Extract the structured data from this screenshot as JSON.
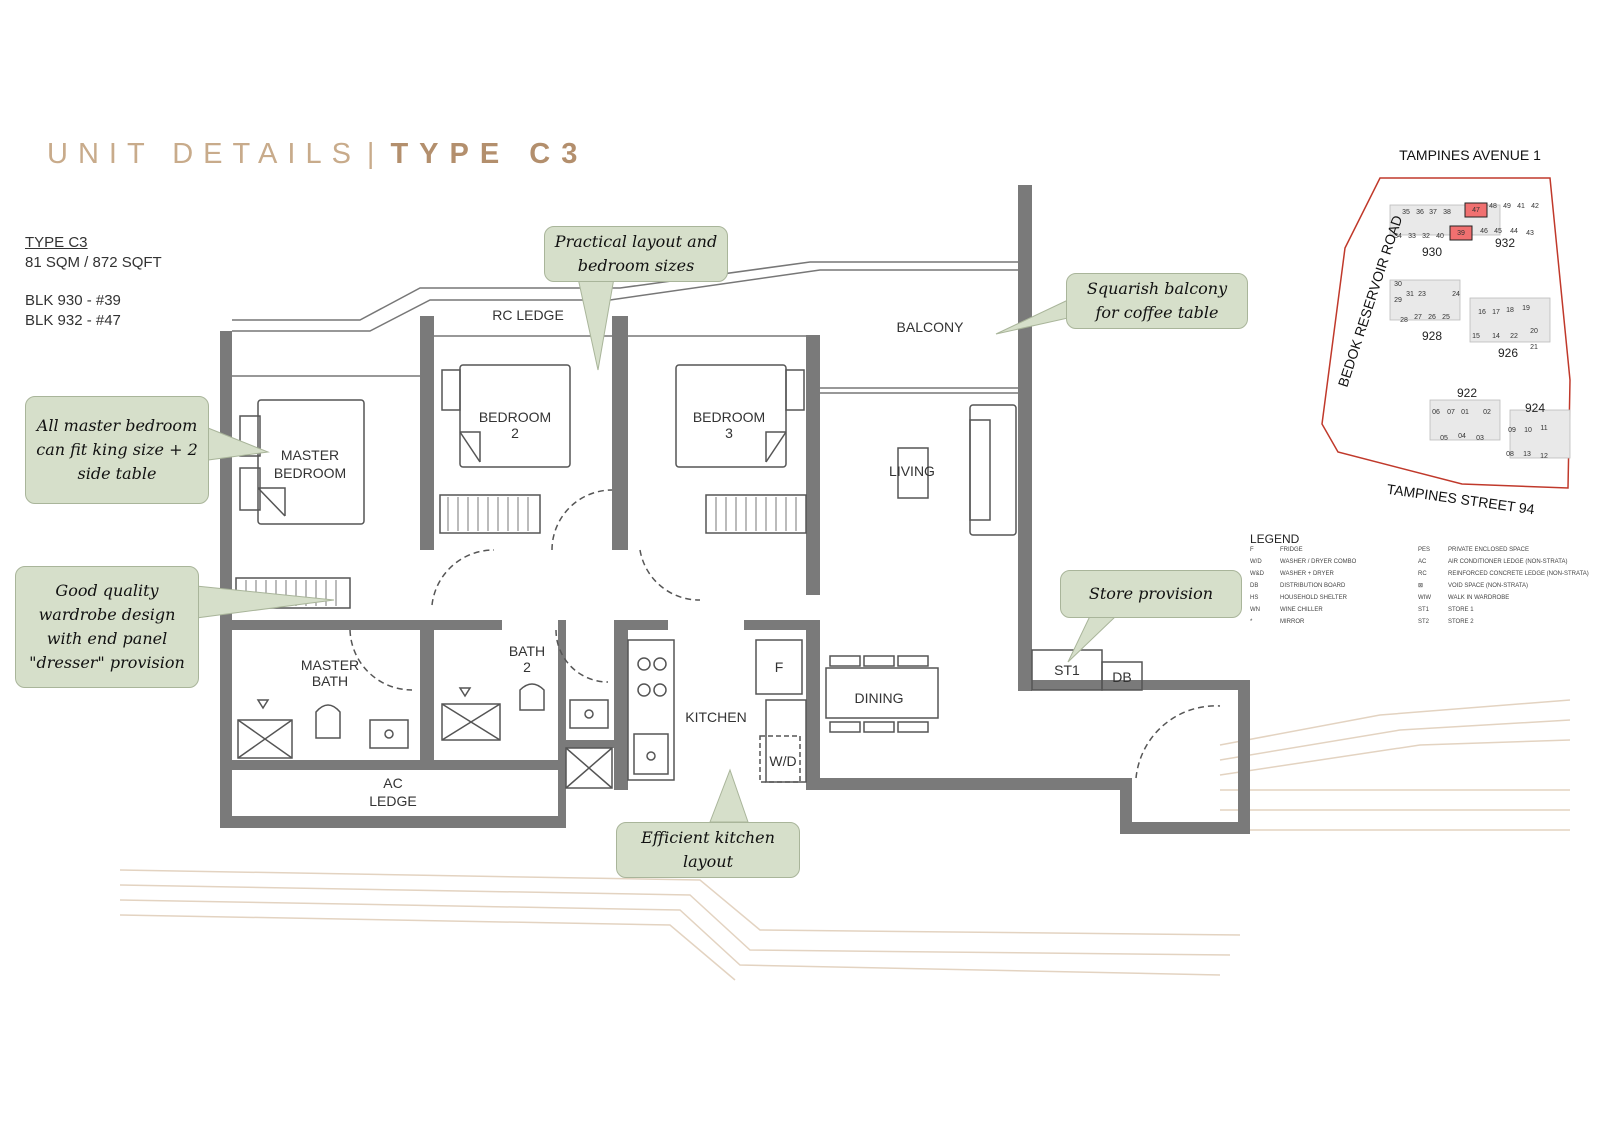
{
  "header": {
    "title_left": "UNIT DETAILS",
    "separator": "|",
    "title_right": "TYPE C3"
  },
  "unit": {
    "type_label": "TYPE C3",
    "area": "81 SQM / 872 SQFT",
    "blocks": [
      "BLK 930 - #39",
      "BLK 932 - #47"
    ]
  },
  "callouts": {
    "master_bedroom": "All master bedroom can fit king size + 2 side table",
    "wardrobe": "Good quality wardrobe design with end panel \"dresser\" provision",
    "layout": "Practical layout and bedroom sizes",
    "balcony": "Squarish balcony for coffee table",
    "store": "Store provision",
    "kitchen": "Efficient kitchen layout"
  },
  "rooms": {
    "rc_ledge": "RC LEDGE",
    "balcony": "BALCONY",
    "master_bedroom_1": "MASTER",
    "master_bedroom_2": "BEDROOM",
    "bedroom2_1": "BEDROOM",
    "bedroom2_2": "2",
    "bedroom3_1": "BEDROOM",
    "bedroom3_2": "3",
    "living": "LIVING",
    "master_bath_1": "MASTER",
    "master_bath_2": "BATH",
    "bath2_1": "BATH",
    "bath2_2": "2",
    "kitchen": "KITCHEN",
    "fridge": "F",
    "washer_dryer": "W/D",
    "dining": "DINING",
    "ac_ledge_1": "AC",
    "ac_ledge_2": "LEDGE",
    "st1": "ST1",
    "db": "DB"
  },
  "site_map": {
    "road_top": "TAMPINES AVENUE 1",
    "road_left": "BEDOK RESERVOIR ROAD",
    "road_bottom": "TAMPINES STREET 94",
    "blocks": [
      "930",
      "932",
      "928",
      "926",
      "922",
      "924"
    ],
    "units": [
      "35",
      "36",
      "37",
      "38",
      "47",
      "48",
      "49",
      "41",
      "42",
      "34",
      "33",
      "32",
      "40",
      "39",
      "46",
      "45",
      "44",
      "43",
      "30",
      "31",
      "23",
      "24",
      "29",
      "28",
      "27",
      "26",
      "25",
      "16",
      "17",
      "18",
      "19",
      "15",
      "14",
      "22",
      "20",
      "21",
      "06",
      "07",
      "01",
      "02",
      "05",
      "04",
      "03",
      "09",
      "10",
      "11",
      "08",
      "13",
      "12"
    ],
    "highlight_color": "#f07070",
    "boundary_color": "#c0392b"
  },
  "legend": {
    "title": "LEGEND",
    "left": [
      [
        "F",
        "FRIDGE"
      ],
      [
        "W/D",
        "WASHER / DRYER COMBO"
      ],
      [
        "W&D",
        "WASHER + DRYER"
      ],
      [
        "DB",
        "DISTRIBUTION BOARD"
      ],
      [
        "HS",
        "HOUSEHOLD SHELTER"
      ],
      [
        "WN",
        "WINE CHILLER"
      ],
      [
        "*",
        "MIRROR"
      ]
    ],
    "right": [
      [
        "PES",
        "PRIVATE ENCLOSED SPACE"
      ],
      [
        "AC",
        "AIR CONDITIONER LEDGE (NON-STRATA)"
      ],
      [
        "RC",
        "REINFORCED CONCRETE LEDGE (NON-STRATA)"
      ],
      [
        "⊠",
        "VOID SPACE (NON-STRATA)"
      ],
      [
        "WIW",
        "WALK IN WARDROBE"
      ],
      [
        "ST1",
        "STORE 1"
      ],
      [
        "ST2",
        "STORE 2"
      ]
    ]
  },
  "colors": {
    "wall": "#7a7a7a",
    "callout_bg": "#d6dfca",
    "accent": "#c8ab8b",
    "decor_lines": "#e3d3c1"
  }
}
